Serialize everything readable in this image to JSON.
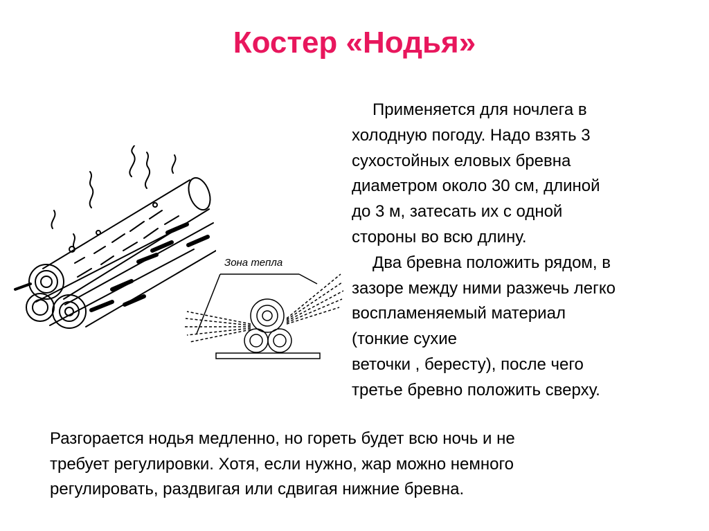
{
  "title": "Костер «Нодья»",
  "description": {
    "lines": [
      "Применяется для ночлега в",
      "холодную погоду. Надо взять 3",
      "сухостойных еловых бревна",
      "диаметром около 30 см, длиной",
      "до 3 м, затесать их с одной",
      "стороны во всю длину.",
      "Два бревна положить рядом, в",
      "зазоре между ними разжечь легко",
      "воспламеняемый материал",
      "(тонкие сухие",
      "веточки , бересту), после чего",
      "третье бревно положить сверху."
    ]
  },
  "summary": {
    "lines": [
      "Разгорается нодья медленно, но гореть будет всю ночь и не",
      "требует регулировки. Хотя, если нужно, жар можно немного",
      "регулировать, раздвигая или сдвигая нижние бревна."
    ]
  },
  "diagram": {
    "zone_label": "Зона тепла"
  },
  "colors": {
    "title": "#e8175d",
    "text": "#000000",
    "background": "#ffffff"
  }
}
